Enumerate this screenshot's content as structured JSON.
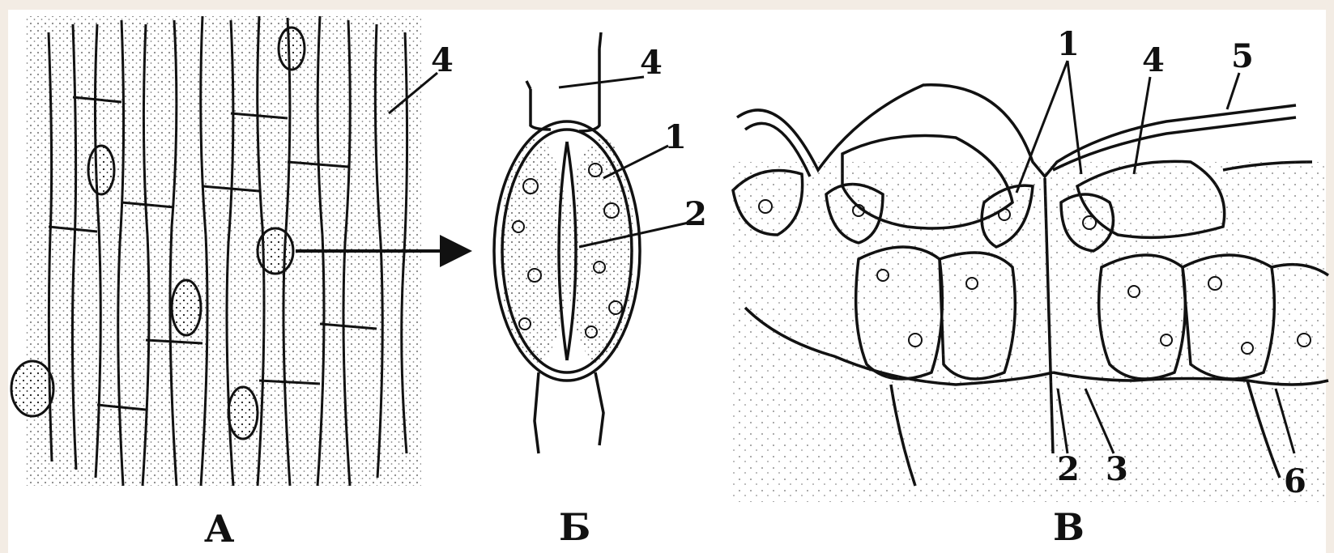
{
  "panels": [
    {
      "id": "A",
      "letter": "А"
    },
    {
      "id": "B",
      "letter": "Б"
    },
    {
      "id": "V",
      "letter": "В"
    }
  ],
  "labels": {
    "a_4": "4",
    "b_4": "4",
    "b_1": "1",
    "b_2": "2",
    "v_1": "1",
    "v_4": "4",
    "v_5": "5",
    "v_2": "2",
    "v_3": "3",
    "v_6": "6"
  },
  "colors": {
    "ink": "#111111",
    "background": "#ffffff",
    "frame": "#f3ece4"
  }
}
